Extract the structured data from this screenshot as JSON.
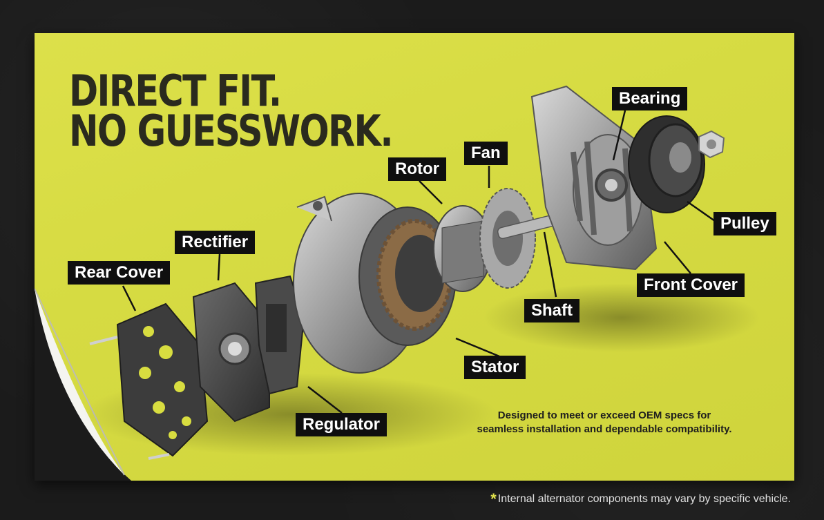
{
  "headline": {
    "line1": "DIRECT FIT.",
    "line2": "NO GUESSWORK."
  },
  "components": {
    "bearing": "Bearing",
    "fan": "Fan",
    "rotor": "Rotor",
    "pulley": "Pulley",
    "rectifier": "Rectifier",
    "rear_cover": "Rear Cover",
    "front_cover": "Front Cover",
    "shaft": "Shaft",
    "stator": "Stator",
    "regulator": "Regulator"
  },
  "tagline": {
    "line1": "Designed to meet or exceed OEM specs for",
    "line2": "seamless installation and dependable compatibility."
  },
  "footnote": {
    "star": "*",
    "text": "Internal alternator components may vary by specific vehicle."
  },
  "colors": {
    "poster": "#d6db42",
    "label_bg": "#0f0f0f",
    "label_text": "#ffffff",
    "accent": "#e2e34d",
    "background": "#1b1b1b"
  }
}
